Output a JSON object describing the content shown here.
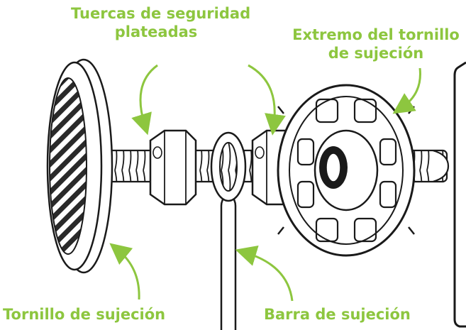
{
  "labels": {
    "silver_nuts_line1": "Tuercas de seguridad",
    "silver_nuts_line2": "plateadas",
    "screw_end_line1": "Extremo del tornillo",
    "screw_end_line2": "de sujeción",
    "clamp_screw": "Tornillo de sujeción",
    "clamp_bar": "Barra de sujeción"
  },
  "colors": {
    "label_green": "#8dc63f",
    "outline": "#1a1a1a"
  }
}
